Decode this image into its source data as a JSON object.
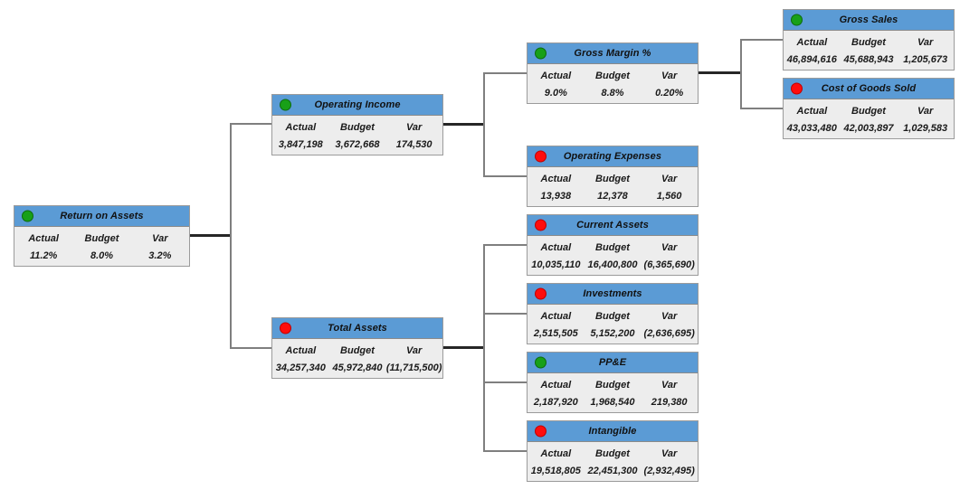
{
  "diagram": {
    "kind": "financial-decomposition-tree",
    "columns": [
      "Actual",
      "Budget",
      "Var"
    ],
    "status_colors": {
      "good": "#18a018",
      "bad": "#ff0d0d"
    },
    "header_color": "#5b9bd5",
    "nodes": [
      {
        "label": "Return on Assets",
        "status": "good",
        "actual": "11.2%",
        "budget": "8.0%",
        "var": "3.2%"
      },
      {
        "label": "Operating Income",
        "status": "good",
        "actual": "3,847,198",
        "budget": "3,672,668",
        "var": "174,530"
      },
      {
        "label": "Gross Margin %",
        "status": "good",
        "actual": "9.0%",
        "budget": "8.8%",
        "var": "0.20%"
      },
      {
        "label": "Gross Sales",
        "status": "good",
        "actual": "46,894,616",
        "budget": "45,688,943",
        "var": "1,205,673"
      },
      {
        "label": "Cost of Goods Sold",
        "status": "bad",
        "actual": "43,033,480",
        "budget": "42,003,897",
        "var": "1,029,583"
      },
      {
        "label": "Operating Expenses",
        "status": "bad",
        "actual": "13,938",
        "budget": "12,378",
        "var": "1,560"
      },
      {
        "label": "Total Assets",
        "status": "bad",
        "actual": "34,257,340",
        "budget": "45,972,840",
        "var": "(11,715,500)"
      },
      {
        "label": "Current Assets",
        "status": "bad",
        "actual": "10,035,110",
        "budget": "16,400,800",
        "var": "(6,365,690)"
      },
      {
        "label": "Investments",
        "status": "bad",
        "actual": "2,515,505",
        "budget": "5,152,200",
        "var": "(2,636,695)"
      },
      {
        "label": "PP&E",
        "status": "good",
        "actual": "2,187,920",
        "budget": "1,968,540",
        "var": "219,380"
      },
      {
        "label": "Intangible",
        "status": "bad",
        "actual": "19,518,805",
        "budget": "22,451,300",
        "var": "(2,932,495)"
      }
    ]
  }
}
